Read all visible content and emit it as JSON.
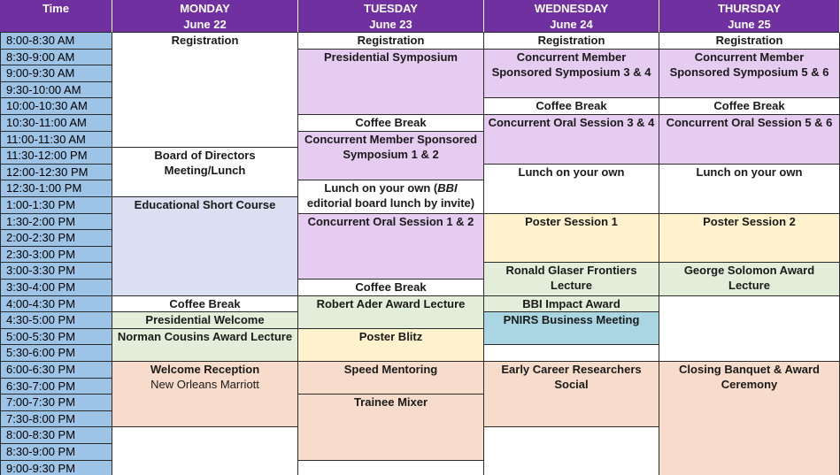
{
  "header": {
    "time_label": "Time",
    "days": [
      {
        "name": "MONDAY",
        "date": "June 22"
      },
      {
        "name": "TUESDAY",
        "date": "June 23"
      },
      {
        "name": "WEDNESDAY",
        "date": "June 24"
      },
      {
        "name": "THURSDAY",
        "date": "June 25"
      }
    ]
  },
  "time_slots": [
    "8:00-8:30 AM",
    "8:30-9:00 AM",
    "9:00-9:30 AM",
    "9:30-10:00 AM",
    "10:00-10:30 AM",
    "10:30-11:00 AM",
    "11:00-11:30 AM",
    "11:30-12:00 PM",
    "12:00-12:30 PM",
    "12:30-1:00 PM",
    "1:00-1:30 PM",
    "1:30-2:00 PM",
    "2:00-2:30 PM",
    "2:30-3:00 PM",
    "3:00-3:30 PM",
    "3:30-4:00 PM",
    "4:00-4:30 PM",
    "4:30-5:00 PM",
    "5:00-5:30 PM",
    "5:30-6:00 PM",
    "6:00-6:30 PM",
    "6:30-7:00 PM",
    "7:00-7:30 PM",
    "7:30-8:00 PM",
    "8:00-8:30 PM",
    "8:30-9:00 PM",
    "9:00-9:30 PM"
  ],
  "colors": {
    "header": "#7030a0",
    "time": "#9dc3e6",
    "white": "#ffffff",
    "lavender": "#e6ccf0",
    "blue_grey": "#dae0f2",
    "green": "#e2eed9",
    "yellow": "#fff2cc",
    "peach": "#f8dccb",
    "teal": "#a9d6e2"
  },
  "events": [
    {
      "day": 0,
      "start": 0,
      "span": 7,
      "color": "white",
      "l1": "Registration"
    },
    {
      "day": 0,
      "start": 7,
      "span": 3,
      "color": "white",
      "l1": "Board of Directors",
      "l2": "Meeting/Lunch"
    },
    {
      "day": 0,
      "start": 10,
      "span": 6,
      "color": "blue_grey",
      "l1": "Educational Short Course"
    },
    {
      "day": 0,
      "start": 16,
      "span": 1,
      "color": "white",
      "l1": "Coffee Break"
    },
    {
      "day": 0,
      "start": 17,
      "span": 1,
      "color": "green",
      "l1": "Presidential Welcome"
    },
    {
      "day": 0,
      "start": 18,
      "span": 2,
      "color": "green",
      "l1": "Norman Cousins Award Lecture"
    },
    {
      "day": 0,
      "start": 20,
      "span": 4,
      "color": "peach",
      "l1": "Welcome Reception",
      "l2": "New Orleans Marriott",
      "l2_plain": true
    },
    {
      "day": 0,
      "start": 24,
      "span": 3,
      "color": "white",
      "l1": ""
    },
    {
      "day": 1,
      "start": 0,
      "span": 1,
      "color": "white",
      "l1": "Registration"
    },
    {
      "day": 1,
      "start": 1,
      "span": 4,
      "color": "lavender",
      "l1": "Presidential Symposium"
    },
    {
      "day": 1,
      "start": 5,
      "span": 1,
      "color": "white",
      "l1": "Coffee Break"
    },
    {
      "day": 1,
      "start": 6,
      "span": 3,
      "color": "lavender",
      "l1": "Concurrent Member Sponsored",
      "l2": "Symposium 1 & 2"
    },
    {
      "day": 1,
      "start": 9,
      "span": 2,
      "color": "white",
      "l1_pre": "Lunch on your own (",
      "l1_it": "BBI",
      "l1": "",
      "l2": "editorial board lunch by invite)"
    },
    {
      "day": 1,
      "start": 11,
      "span": 4,
      "color": "lavender",
      "l1": "Concurrent Oral Session 1 & 2"
    },
    {
      "day": 1,
      "start": 15,
      "span": 1,
      "color": "white",
      "l1": "Coffee Break"
    },
    {
      "day": 1,
      "start": 16,
      "span": 2,
      "color": "green",
      "l1": "Robert Ader Award Lecture"
    },
    {
      "day": 1,
      "start": 18,
      "span": 2,
      "color": "yellow",
      "l1": "Poster Blitz"
    },
    {
      "day": 1,
      "start": 20,
      "span": 2,
      "color": "peach",
      "l1": "Speed Mentoring"
    },
    {
      "day": 1,
      "start": 22,
      "span": 4,
      "color": "peach",
      "l1": "Trainee Mixer"
    },
    {
      "day": 1,
      "start": 26,
      "span": 1,
      "color": "white",
      "l1": ""
    },
    {
      "day": 2,
      "start": 0,
      "span": 1,
      "color": "white",
      "l1": "Registration"
    },
    {
      "day": 2,
      "start": 1,
      "span": 3,
      "color": "lavender",
      "l1": "Concurrent Member",
      "l2": "Sponsored Symposium 3 & 4"
    },
    {
      "day": 2,
      "start": 4,
      "span": 1,
      "color": "white",
      "l1": "Coffee Break"
    },
    {
      "day": 2,
      "start": 5,
      "span": 3,
      "color": "lavender",
      "l1": "Concurrent Oral Session 3 & 4"
    },
    {
      "day": 2,
      "start": 8,
      "span": 3,
      "color": "white",
      "l1": "Lunch on your own"
    },
    {
      "day": 2,
      "start": 11,
      "span": 3,
      "color": "yellow",
      "l1": "Poster Session 1"
    },
    {
      "day": 2,
      "start": 14,
      "span": 2,
      "color": "green",
      "l1": "Ronald Glaser Frontiers",
      "l2": "Lecture"
    },
    {
      "day": 2,
      "start": 16,
      "span": 1,
      "color": "green",
      "l1": "BBI Impact Award"
    },
    {
      "day": 2,
      "start": 17,
      "span": 2,
      "color": "teal",
      "l1": "PNIRS Business Meeting"
    },
    {
      "day": 2,
      "start": 19,
      "span": 1,
      "color": "white",
      "l1": ""
    },
    {
      "day": 2,
      "start": 20,
      "span": 4,
      "color": "peach",
      "l1": "Early Career Researchers",
      "l2": "Social"
    },
    {
      "day": 2,
      "start": 24,
      "span": 3,
      "color": "white",
      "l1": ""
    },
    {
      "day": 3,
      "start": 0,
      "span": 1,
      "color": "white",
      "l1": "Registration"
    },
    {
      "day": 3,
      "start": 1,
      "span": 3,
      "color": "lavender",
      "l1": "Concurrent Member",
      "l2": "Sponsored Symposium 5 & 6"
    },
    {
      "day": 3,
      "start": 4,
      "span": 1,
      "color": "white",
      "l1": "Coffee Break"
    },
    {
      "day": 3,
      "start": 5,
      "span": 3,
      "color": "lavender",
      "l1": "Concurrent Oral Session 5 & 6"
    },
    {
      "day": 3,
      "start": 8,
      "span": 3,
      "color": "white",
      "l1": "Lunch on your own"
    },
    {
      "day": 3,
      "start": 11,
      "span": 3,
      "color": "yellow",
      "l1": "Poster Session 2"
    },
    {
      "day": 3,
      "start": 14,
      "span": 2,
      "color": "green",
      "l1": "George Solomon Award",
      "l2": "Lecture"
    },
    {
      "day": 3,
      "start": 16,
      "span": 4,
      "color": "white",
      "l1": ""
    },
    {
      "day": 3,
      "start": 20,
      "span": 7,
      "color": "peach",
      "l1": "Closing Banquet & Award",
      "l2": "Ceremony"
    }
  ]
}
